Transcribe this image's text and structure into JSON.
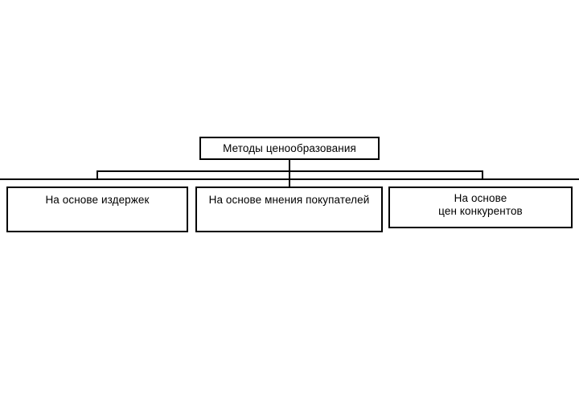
{
  "diagram": {
    "title": "Методы ценообразования",
    "root": {
      "label": "Методы ценообразования"
    },
    "children": [
      {
        "id": "cost",
        "label": "На основе издержек",
        "lines": [
          "На основе издержек"
        ]
      },
      {
        "id": "buyers",
        "label": "На основе мнения покупателей",
        "lines": [
          "На основе мнения покупателей"
        ]
      },
      {
        "id": "competitors",
        "label": "На основе цен конкурентов",
        "lines": [
          "На основе",
          "цен конкурентов"
        ]
      }
    ],
    "colors": {
      "background": "#ffffff",
      "border": "#000000",
      "text": "#000000",
      "connector": "#000000"
    }
  }
}
